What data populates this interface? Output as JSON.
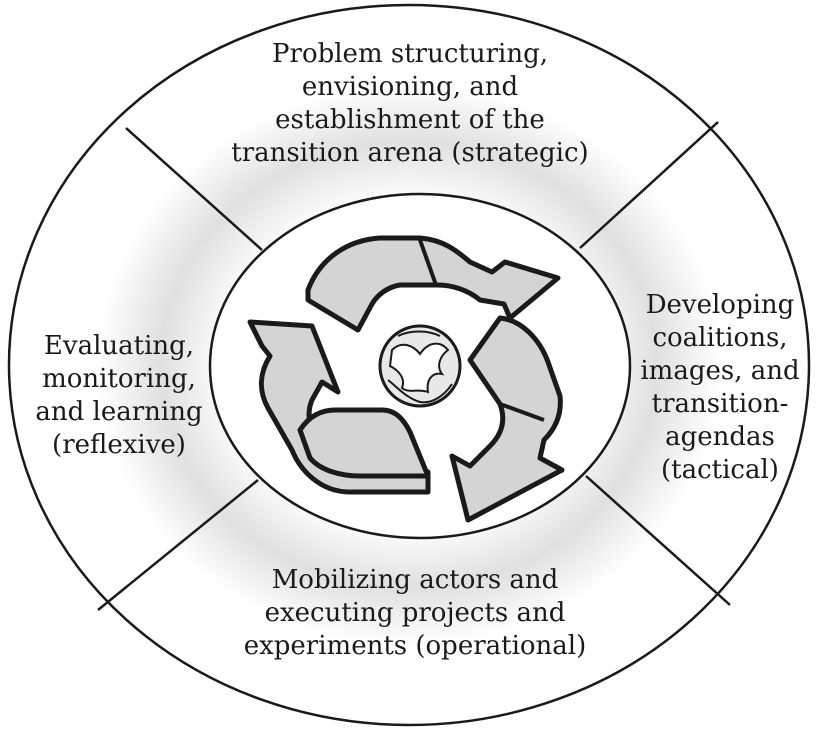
{
  "diagram": {
    "quadrants": {
      "top": "Problem structuring,\nenvisioning, and\nestablishment of the\ntransition arena (strategic)",
      "right": "Developing\ncoalitions,\nimages, and\ntransition-\nagendas\n(tactical)",
      "bottom": "Mobilizing actors and\nexecuting projects and\nexperiments (operational)",
      "left": "Evaluating,\nmonitoring,\nand learning\n(reflexive)"
    },
    "center": {
      "icon": "recycle-arrows-icon",
      "globe_icon": "globe-icon"
    },
    "colors": {
      "stroke": "#1a1a1a",
      "arrow_fill": "#d4d4d4",
      "shading": "#dcdcdc"
    }
  }
}
